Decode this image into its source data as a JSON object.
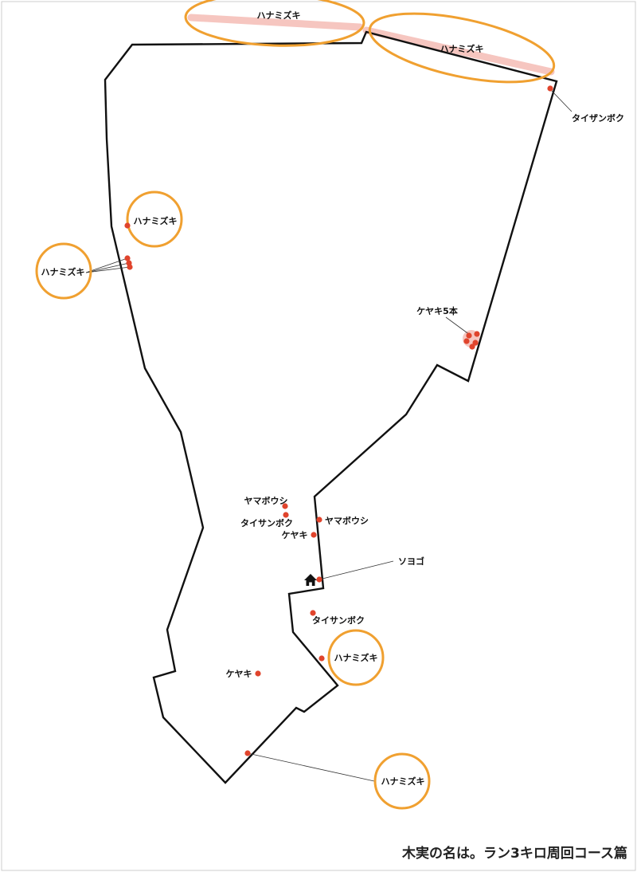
{
  "title": "木実の名は。ラン3キロ周回コース篇",
  "colors": {
    "route": "#111111",
    "tree_dot": "#e0442c",
    "highlight_ring": "#f0a030",
    "highlight_band": "#f6c6c0",
    "leader": "#333333",
    "border": "#cccccc"
  },
  "icons": {
    "start": "home-icon"
  },
  "labels": {
    "hanamizuki_top1": "ハナミズキ",
    "hanamizuki_top2": "ハナミズキ",
    "taizanboku_ne": "タイザンボク",
    "hanamizuki_w1": "ハナミズキ",
    "hanamizuki_w2": "ハナミズキ",
    "keyaki5": "ケヤキ5本",
    "yamaboushi1": "ヤマボウシ",
    "yamaboushi2": "ヤマボウシ",
    "taisanboku1": "タイサンボク",
    "keyaki1": "ケヤキ",
    "soyogo": "ソヨゴ",
    "taisanboku2": "タイサンボク",
    "hanamizuki_c": "ハナミズキ",
    "keyaki2": "ケヤキ",
    "hanamizuki_s": "ハナミズキ"
  }
}
